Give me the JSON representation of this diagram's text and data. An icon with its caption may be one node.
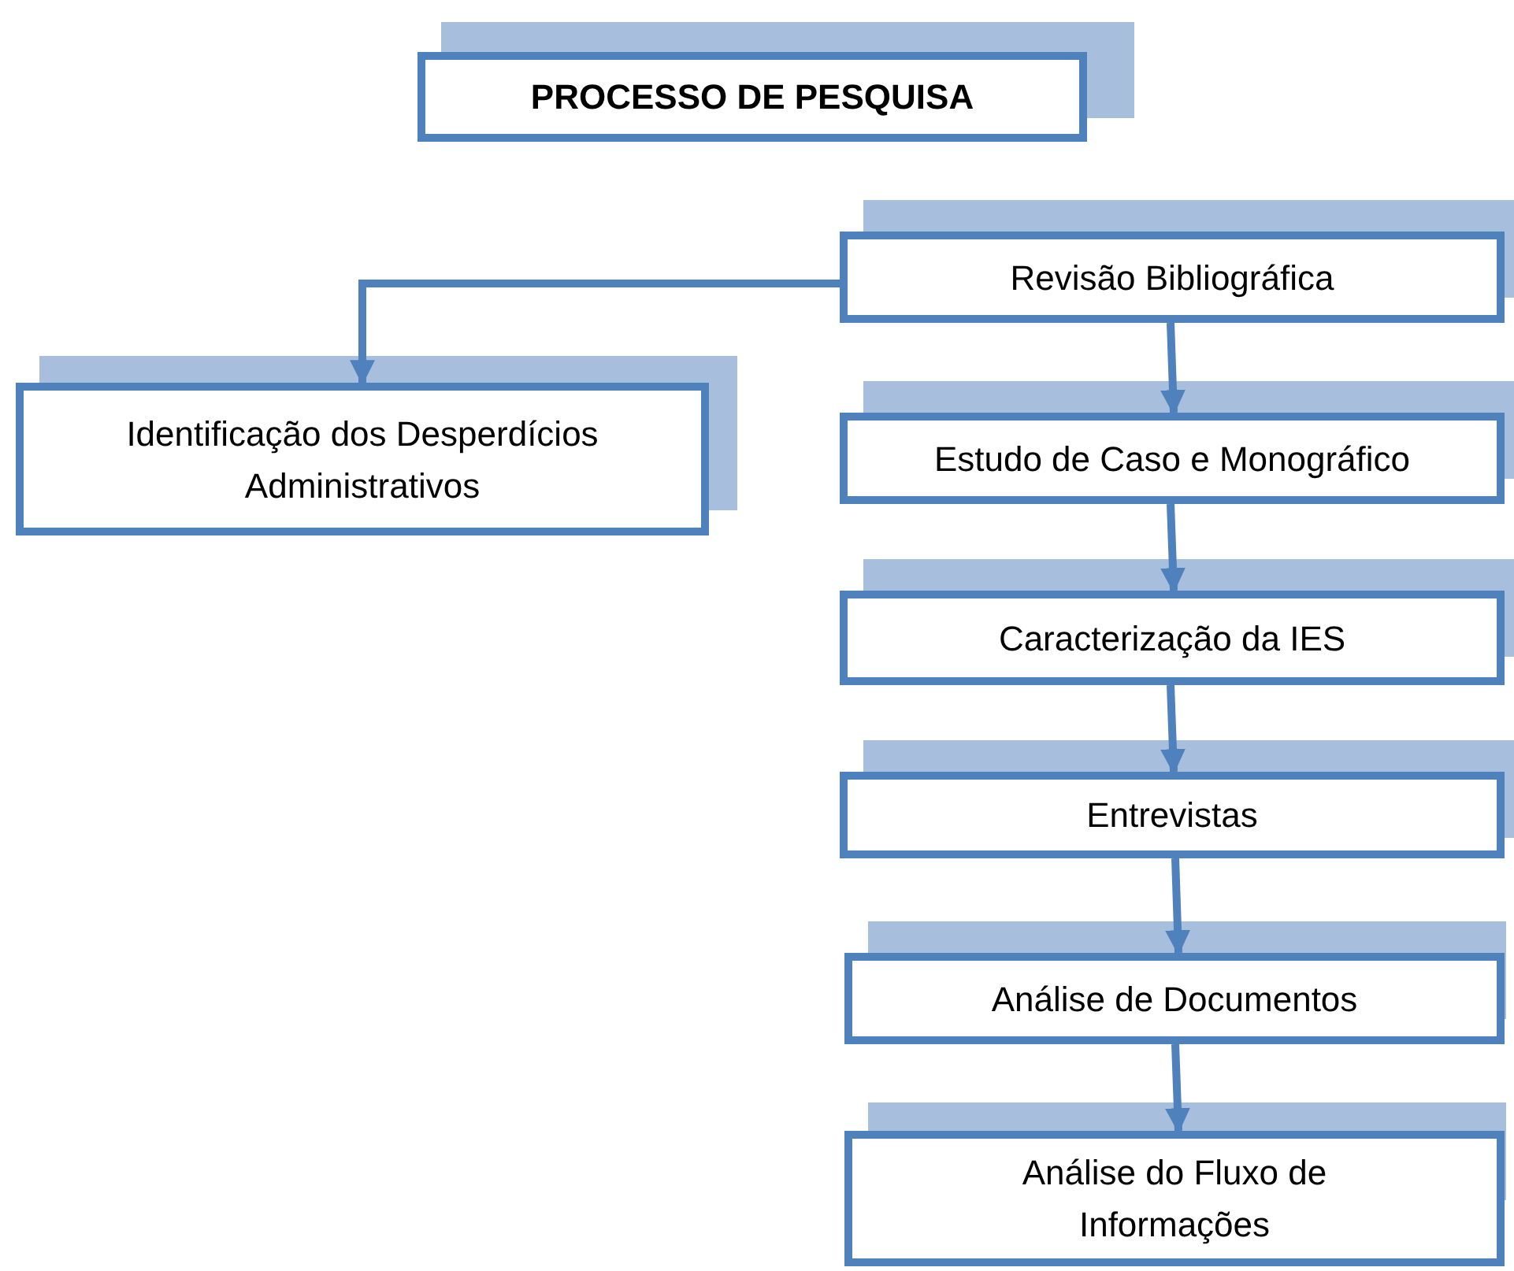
{
  "diagram": {
    "nodes": [
      {
        "text": [
          "PROCESSO DE PESQUISA"
        ]
      },
      {
        "text": [
          "Revisão Bibliográfica"
        ]
      },
      {
        "text": [
          "Identificação dos Desperdícios Administrativos"
        ]
      },
      {
        "text": [
          "Estudo de Caso e Monográfico"
        ]
      },
      {
        "text": [
          "Caracterização da IES"
        ]
      },
      {
        "text": [
          "Entrevistas"
        ]
      },
      {
        "text": [
          "Análise de Documentos"
        ]
      },
      {
        "text": [
          "Análise do Fluxo de Informações"
        ]
      }
    ],
    "edges": [
      {
        "from": 1,
        "to": 2,
        "arrow": "to"
      },
      {
        "from": 1,
        "to": 3,
        "arrow": "to"
      },
      {
        "from": 3,
        "to": 4,
        "arrow": "to"
      },
      {
        "from": 4,
        "to": 5,
        "arrow": "to"
      },
      {
        "from": 5,
        "to": 6,
        "arrow": "to"
      },
      {
        "from": 6,
        "to": 7,
        "arrow": "to"
      }
    ]
  }
}
